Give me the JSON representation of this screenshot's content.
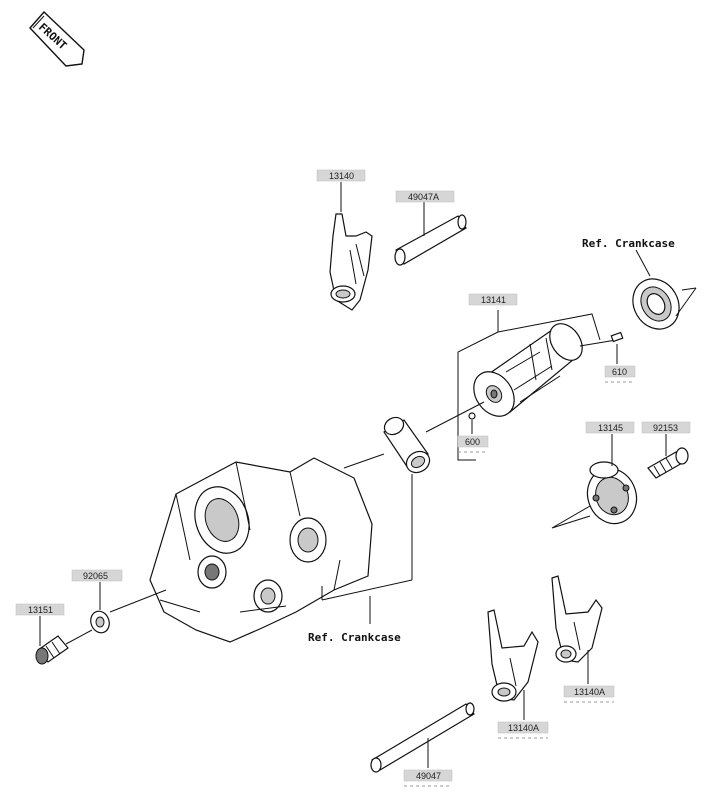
{
  "front_badge": "FRONT",
  "ref_labels": {
    "top_right": "Ref. Crankcase",
    "bottom_center": "Ref. Crankcase"
  },
  "part_labels": {
    "p13140": "13140",
    "p49047A": "49047A",
    "p13141": "13141",
    "p610": "610",
    "p600": "600",
    "p13145": "13145",
    "p92153": "92153",
    "p92065": "92065",
    "p13151": "13151",
    "p13140A_right": "13140A",
    "p13140A_left": "13140A",
    "p49047": "49047"
  }
}
